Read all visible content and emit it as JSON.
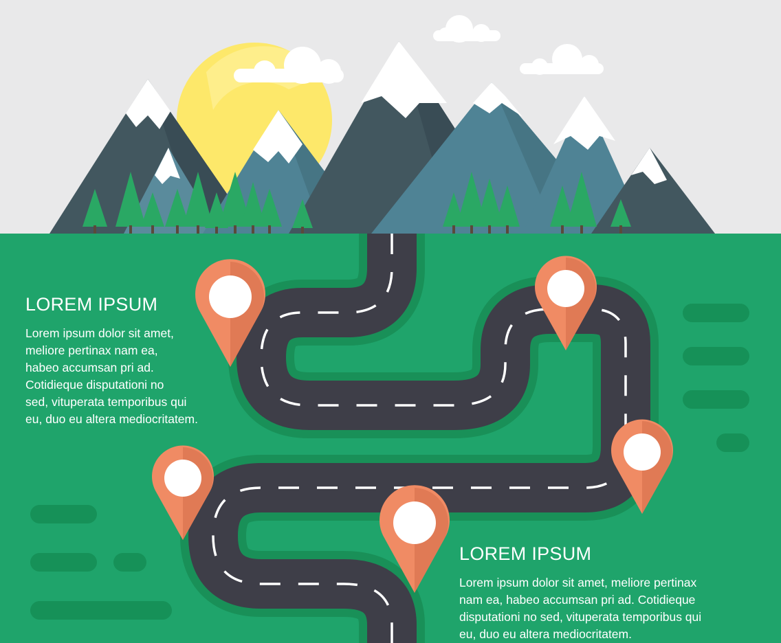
{
  "left_block": {
    "title": "LOREM IPSUM",
    "lines": [
      "Lorem ipsum dolor sit amet,",
      "meliore pertinax nam ea,",
      "habeo accumsan pri ad.",
      "Cotidieque disputationi no",
      "sed, vituperata temporibus qui",
      "eu, duo eu altera mediocritatem."
    ]
  },
  "right_block": {
    "title": "LOREM IPSUM",
    "lines": [
      "Lorem ipsum dolor sit amet, meliore pertinax",
      "nam ea, habeo accumsan pri ad. Cotidieque",
      "disputationi no sed, vituperata temporibus qui",
      "eu, duo eu altera mediocritatem."
    ]
  },
  "colors": {
    "sky": "#e9e9ea",
    "ground": "#1fa46b",
    "road": "#3e3e48",
    "pin": "#f08b64",
    "sun": "#fde86a",
    "tree": "#2aa864"
  }
}
